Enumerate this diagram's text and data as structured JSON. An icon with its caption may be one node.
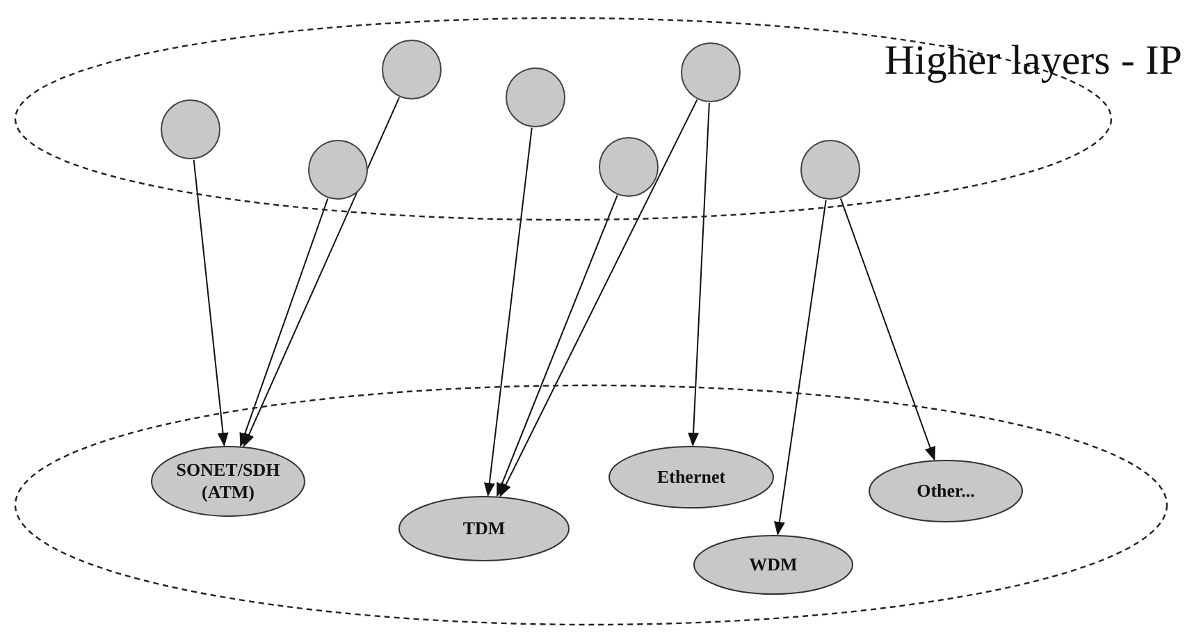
{
  "diagram": {
    "nodes": [
      {
        "text": [
          "Higher layers - IP"
        ]
      },
      {
        "text": [],
        "shape": "circle",
        "in": 0
      },
      {
        "text": [],
        "shape": "circle",
        "in": 0
      },
      {
        "text": [],
        "shape": "circle",
        "in": 0
      },
      {
        "text": [],
        "shape": "circle",
        "in": 0
      },
      {
        "text": [],
        "shape": "circle",
        "in": 0
      },
      {
        "text": [],
        "shape": "circle",
        "in": 0
      },
      {
        "text": [],
        "shape": "circle",
        "in": 0
      },
      {
        "text": [],
        "shape": "ellipse"
      },
      {
        "text": [
          "SONET/SDH (ATM)"
        ],
        "in": 8
      },
      {
        "text": [
          "TDM"
        ],
        "in": 8
      },
      {
        "text": [
          "Ethernet"
        ],
        "in": 8
      },
      {
        "text": [
          "WDM"
        ],
        "in": 8
      },
      {
        "text": [
          "Other..."
        ],
        "in": 8
      }
    ],
    "edges": [
      {
        "from": 1,
        "to": 9,
        "arrow": "to"
      },
      {
        "from": 2,
        "to": 9,
        "arrow": "to"
      },
      {
        "from": 3,
        "to": 9,
        "arrow": "to"
      },
      {
        "from": 4,
        "to": 10,
        "arrow": "to"
      },
      {
        "from": 5,
        "to": 10,
        "arrow": "to"
      },
      {
        "from": 6,
        "to": 10,
        "arrow": "to"
      },
      {
        "from": 6,
        "to": 11,
        "arrow": "to"
      },
      {
        "from": 7,
        "to": 12,
        "arrow": "to"
      },
      {
        "from": 7,
        "to": 13,
        "arrow": "to"
      }
    ]
  }
}
